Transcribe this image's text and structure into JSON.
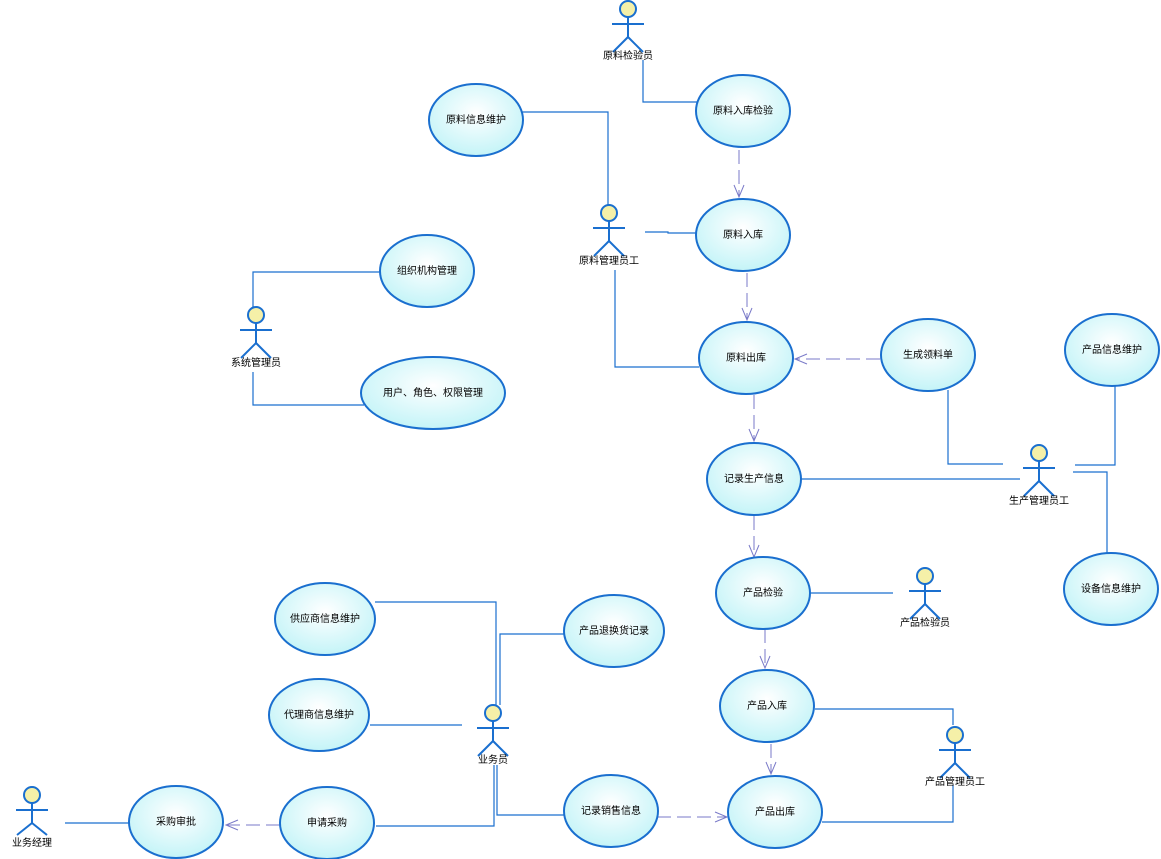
{
  "colors": {
    "ellipse_fill_center": "#ffffff",
    "ellipse_fill_edge": "#bff3f7",
    "ellipse_stroke": "#1a6fcf",
    "actor_head": "#f5f0a8",
    "association": "#1a6fcf",
    "dependency": "#7a7ac8"
  },
  "use_cases": [
    {
      "id": "raw_inspect",
      "label": "原料入库检验"
    },
    {
      "id": "raw_info",
      "label": "原料信息维护"
    },
    {
      "id": "raw_in",
      "label": "原料入库"
    },
    {
      "id": "org",
      "label": "组织机构管理"
    },
    {
      "id": "user_role",
      "label": "用户、角色、权限管理"
    },
    {
      "id": "raw_out",
      "label": "原料出库"
    },
    {
      "id": "gen_pick",
      "label": "生成领料单"
    },
    {
      "id": "prod_info",
      "label": "产品信息维护"
    },
    {
      "id": "record_prod",
      "label": "记录生产信息"
    },
    {
      "id": "equip_info",
      "label": "设备信息维护"
    },
    {
      "id": "prod_inspect",
      "label": "产品检验"
    },
    {
      "id": "supplier",
      "label": "供应商信息维护"
    },
    {
      "id": "return_rec",
      "label": "产品退换货记录"
    },
    {
      "id": "agent",
      "label": "代理商信息维护"
    },
    {
      "id": "prod_in",
      "label": "产品入库"
    },
    {
      "id": "approve",
      "label": "采购审批"
    },
    {
      "id": "apply",
      "label": "申请采购"
    },
    {
      "id": "sales_rec",
      "label": "记录销售信息"
    },
    {
      "id": "prod_out",
      "label": "产品出库"
    }
  ],
  "actors": [
    {
      "id": "raw_inspector",
      "label": "原料检验员"
    },
    {
      "id": "raw_manager",
      "label": "原料管理员工"
    },
    {
      "id": "sys_admin",
      "label": "系统管理员"
    },
    {
      "id": "prod_manager",
      "label": "生产管理员工"
    },
    {
      "id": "prod_inspector",
      "label": "产品检验员"
    },
    {
      "id": "salesman",
      "label": "业务员"
    },
    {
      "id": "product_manager",
      "label": "产品管理员工"
    },
    {
      "id": "sales_manager",
      "label": "业务经理"
    }
  ]
}
